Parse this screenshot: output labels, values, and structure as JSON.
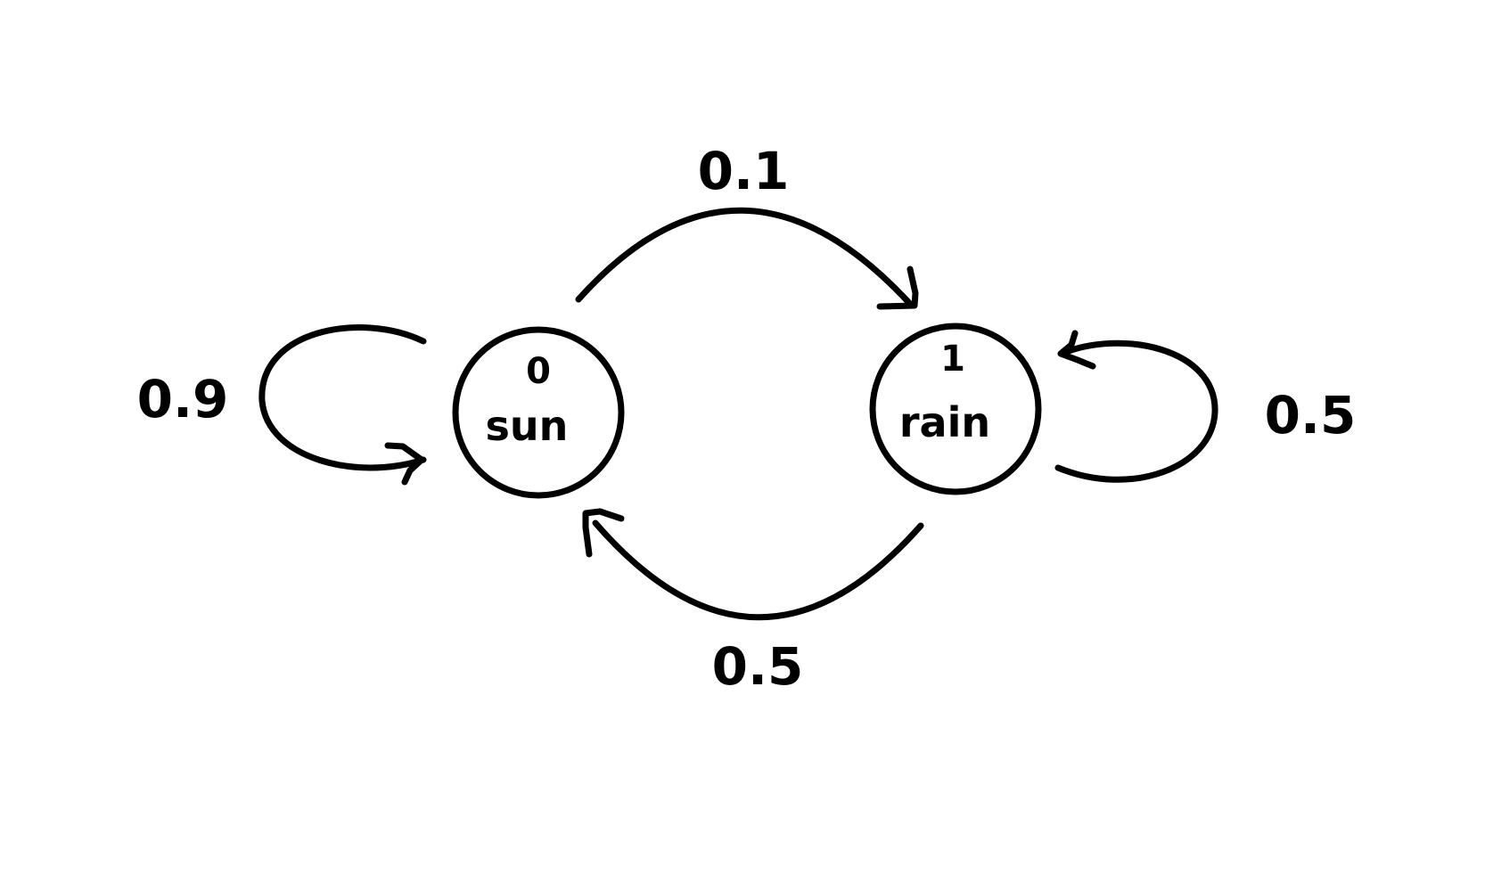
{
  "states": [
    {
      "id": "0",
      "name": "sun"
    },
    {
      "id": "1",
      "name": "rain"
    }
  ],
  "transitions": {
    "sun_to_sun": "0.9",
    "sun_to_rain": "0.1",
    "rain_to_sun": "0.5",
    "rain_to_rain": "0.5"
  },
  "colors": {
    "ink": "#000000",
    "background": "#ffffff"
  }
}
